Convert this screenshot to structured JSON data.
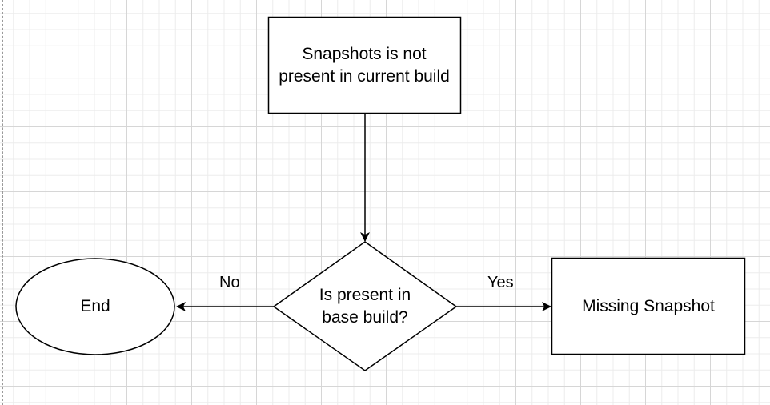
{
  "diagram": {
    "nodes": {
      "start": {
        "text": "Snapshots is not present in current build",
        "shape": "rectangle"
      },
      "decision": {
        "text": "Is present in base build?",
        "shape": "diamond"
      },
      "end": {
        "text": "End",
        "shape": "ellipse"
      },
      "missing": {
        "text": "Missing Snapshot",
        "shape": "rectangle"
      }
    },
    "edges": {
      "no": {
        "label": "No",
        "from": "decision",
        "to": "end"
      },
      "yes": {
        "label": "Yes",
        "from": "decision",
        "to": "missing"
      },
      "down": {
        "label": "",
        "from": "start",
        "to": "decision"
      }
    }
  }
}
